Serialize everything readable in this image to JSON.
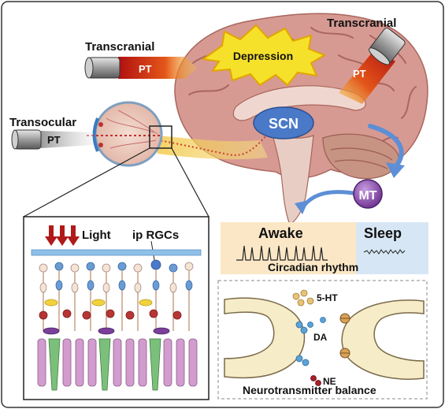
{
  "labels": {
    "transcranial_left": "Transcranial",
    "transcranial_right": "Transcranial",
    "transocular": "Transocular",
    "pt_left": "PT",
    "pt_right": "PT",
    "pt_eye": "PT",
    "depression": "Depression",
    "scn": "SCN",
    "mt": "MT",
    "light": "Light",
    "ip_rgcs": "ip RGCs",
    "awake": "Awake",
    "sleep": "Sleep",
    "circadian_rhythm": "Circadian rhythm",
    "serotonin": "5-HT",
    "dopamine": "DA",
    "norepinephrine": "NE",
    "neurotransmitter_balance": "Neurotransmitter balance"
  },
  "colors": {
    "brain": "#d69a92",
    "brain_dark": "#b9736b",
    "cerebellum": "#c79383",
    "scn": "#4a79c8",
    "mt": "#7b3f9c",
    "light_beam": "#f5c542",
    "pt_red": "#c81e1e",
    "awake_bg": "#fbe7c6",
    "sleep_bg": "#d6e6f4",
    "arrow_blue": "#5d8fd6"
  }
}
